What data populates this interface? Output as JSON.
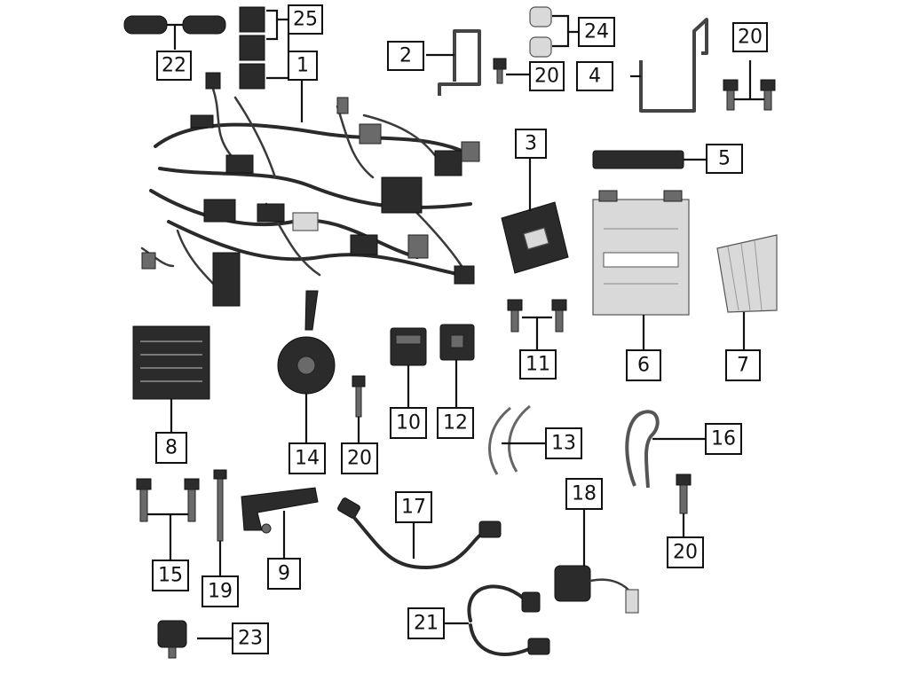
{
  "callouts": [
    {
      "id": "22",
      "label": "22"
    },
    {
      "id": "25",
      "label": "25"
    },
    {
      "id": "1",
      "label": "1"
    },
    {
      "id": "2",
      "label": "2"
    },
    {
      "id": "20a",
      "label": "20"
    },
    {
      "id": "24",
      "label": "24"
    },
    {
      "id": "4",
      "label": "4"
    },
    {
      "id": "20b",
      "label": "20"
    },
    {
      "id": "3",
      "label": "3"
    },
    {
      "id": "5",
      "label": "5"
    },
    {
      "id": "6",
      "label": "6"
    },
    {
      "id": "7",
      "label": "7"
    },
    {
      "id": "11",
      "label": "11"
    },
    {
      "id": "8",
      "label": "8"
    },
    {
      "id": "14",
      "label": "14"
    },
    {
      "id": "20c",
      "label": "20"
    },
    {
      "id": "10",
      "label": "10"
    },
    {
      "id": "12",
      "label": "12"
    },
    {
      "id": "13",
      "label": "13"
    },
    {
      "id": "16",
      "label": "16"
    },
    {
      "id": "20d",
      "label": "20"
    },
    {
      "id": "15",
      "label": "15"
    },
    {
      "id": "19",
      "label": "19"
    },
    {
      "id": "9",
      "label": "9"
    },
    {
      "id": "17",
      "label": "17"
    },
    {
      "id": "18",
      "label": "18"
    },
    {
      "id": "21",
      "label": "21"
    },
    {
      "id": "23",
      "label": "23"
    }
  ],
  "battery_label_text": ""
}
